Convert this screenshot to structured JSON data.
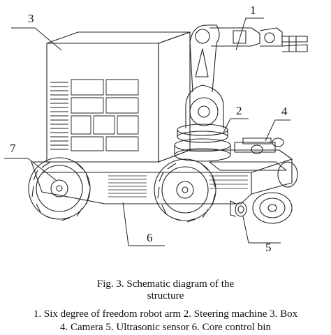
{
  "figure": {
    "callouts": {
      "c1": "1",
      "c2": "2",
      "c3": "3",
      "c4": "4",
      "c5": "5",
      "c6": "6",
      "c7": "7"
    },
    "caption_line1": "Fig. 3. Schematic diagram of the",
    "caption_line2": "structure",
    "legend_line1": "1. Six degree of freedom robot arm    2. Steering machine    3. Box",
    "legend_line2": "4. Camera    5. Ultrasonic sensor    6. Core control bin"
  }
}
